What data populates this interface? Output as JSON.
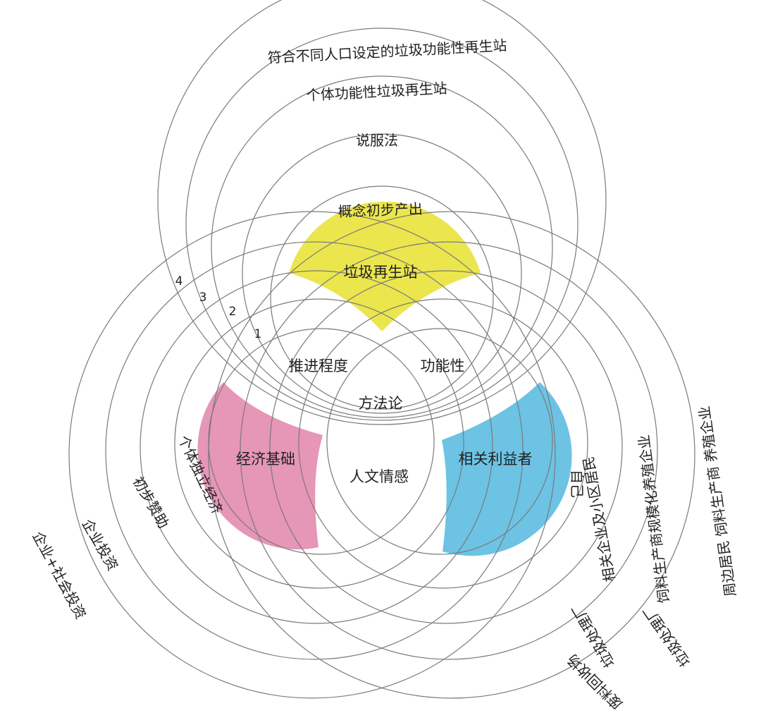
{
  "colors": {
    "top_petal": "#ebe64e",
    "left_petal": "#e696b6",
    "right_petal": "#6cc3e4",
    "circle_stroke": "#7a7a7a",
    "text": "#222222"
  },
  "core": {
    "center": "方法论",
    "upper_left": "推进程度",
    "upper_right": "功能性",
    "lower": "人文情感"
  },
  "petals": {
    "top": "垃圾再生站",
    "left": "经济基础",
    "right": "相关利益者"
  },
  "levels": [
    "1",
    "2",
    "3",
    "4"
  ],
  "top_branch": {
    "level1": "概念初步产出",
    "level2": "说服法",
    "level3": "个体功能性垃圾再生站",
    "level4": "符合不同人口设定的垃圾功能性再生站"
  },
  "left_branch": {
    "level1": "个体独立经济",
    "level2": "初步赞助",
    "level3": "企业投资",
    "level4": "企业+社会投资"
  },
  "right_branch": {
    "level1": "自己",
    "level2": "相关企业及小区居民",
    "level3_line1": "饲料生产商规模化养殖企业",
    "level3_line2": "垃圾处理厂",
    "level4_line1": "周边居民 饲料生产商 养殖企业",
    "level4_line2": "垃圾处理厂",
    "level4_line3": "废料回收场"
  }
}
